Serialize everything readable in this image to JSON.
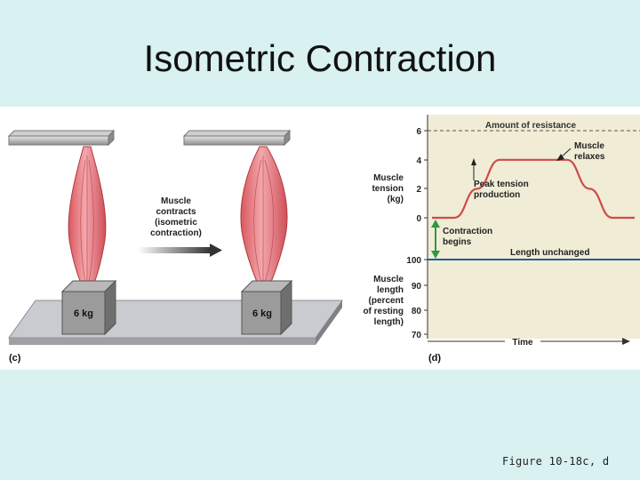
{
  "slide": {
    "title": "Isometric Contraction",
    "caption": "Figure 10-18c, d"
  },
  "panel_c": {
    "label": "(c)",
    "weight_left": "6 kg",
    "weight_right": "6 kg",
    "arrow_text": [
      "Muscle",
      "contracts",
      "(isometric",
      "contraction)"
    ]
  },
  "panel_d": {
    "label": "(d)",
    "resistance_label": "Amount of resistance",
    "tension_axis_label": [
      "Muscle",
      "tension",
      "(kg)"
    ],
    "tension_ticks": [
      "6",
      "4",
      "2",
      "0"
    ],
    "length_axis_label": [
      "Muscle",
      "length",
      "(percent",
      "of resting",
      "length)"
    ],
    "length_ticks": [
      "100",
      "90",
      "80",
      "70"
    ],
    "muscle_relaxes": [
      "Muscle",
      "relaxes"
    ],
    "peak_tension": [
      "Peak tension",
      "production"
    ],
    "contraction_begins": [
      "Contraction",
      "begins"
    ],
    "length_unchanged": "Length unchanged",
    "time_label": "Time"
  },
  "chart_data": {
    "type": "line",
    "xlabel": "Time",
    "series": [
      {
        "name": "Muscle tension (kg)",
        "x": [
          0,
          1,
          2,
          3,
          5,
          6,
          7,
          8,
          9
        ],
        "y": [
          0,
          0,
          2,
          4,
          4,
          4,
          2,
          0,
          0
        ]
      },
      {
        "name": "Muscle length (percent of resting length)",
        "x": [
          0,
          9
        ],
        "y": [
          100,
          100
        ]
      }
    ],
    "reference_line": {
      "label": "Amount of resistance",
      "y": 6
    },
    "colors": {
      "tension": "#d04a4a",
      "length": "#1f5f99",
      "arrow": "#2e9a3e",
      "panel_bg": "#f1ecd6"
    }
  }
}
